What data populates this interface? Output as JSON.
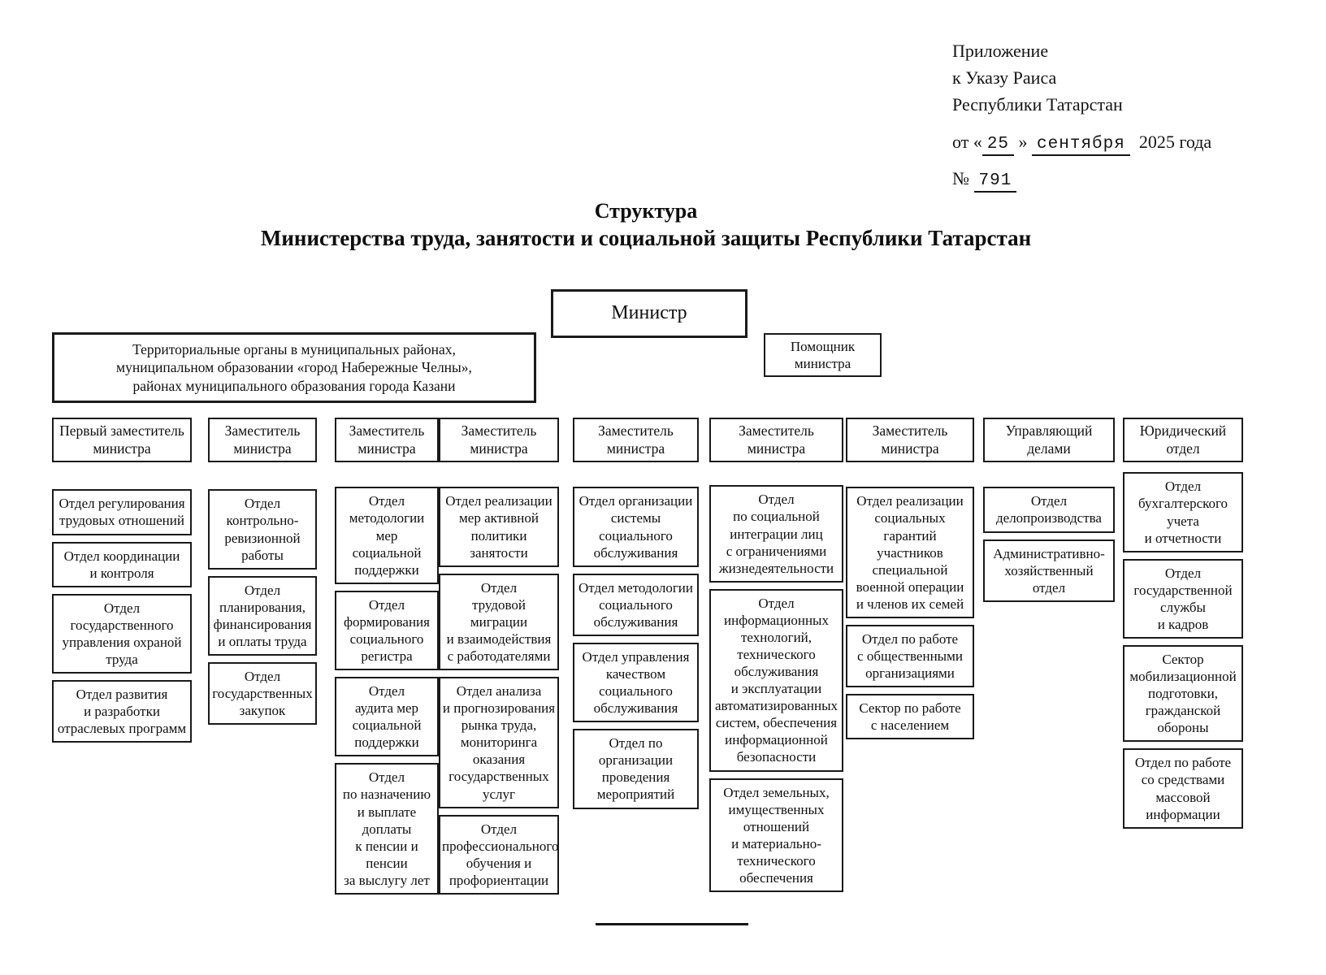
{
  "annotation": {
    "line1": "Приложение",
    "line2": "к Указу Раиса",
    "line3": "Республики Татарстан",
    "date_prefix": "от «",
    "date_day": "25",
    "date_close": "»",
    "date_month": "сентября",
    "date_year": "2025 года",
    "number_sign": "№",
    "number_value": "791"
  },
  "title": {
    "line1": "Структура",
    "line2": "Министерства труда, занятости и социальной защиты Республики Татарстан"
  },
  "top_boxes": {
    "minister": "Министр",
    "assistant": "Помощник\nминистра",
    "territorial": "Территориальные органы в муниципальных районах,\nмуниципальном образовании «город Набережные Челны»,\nрайонах муниципального образования города Казани"
  },
  "columns": [
    {
      "header": "Первый заместитель\nминистра",
      "boxes": [
        "Отдел регулирования\nтрудовых отношений",
        "Отдел координации\nи контроля",
        "Отдел\nгосударственного\nуправления охраной\nтруда",
        "Отдел развития\nи разработки\nотраслевых программ"
      ]
    },
    {
      "header": "Заместитель\nминистра",
      "boxes": [
        "Отдел\nконтрольно-\nревизионной\nработы",
        "Отдел\nпланирования,\nфинансирования\nи оплаты труда",
        "Отдел\nгосударственных\nзакупок"
      ]
    },
    {
      "header": "Заместитель\nминистра",
      "boxes": [
        "Отдел\nметодологии\nмер\nсоциальной\nподдержки",
        "Отдел\nформирования\nсоциального\nрегистра",
        "Отдел\nаудита мер\nсоциальной\nподдержки",
        "Отдел\nпо назначению\nи выплате\nдоплаты\nк пенсии и\nпенсии\nза выслугу лет"
      ]
    },
    {
      "header": "Заместитель\nминистра",
      "boxes": [
        "Отдел реализации\nмер активной\nполитики занятости",
        "Отдел\nтрудовой миграции\nи взаимодействия\nс работодателями",
        "Отдел анализа\nи прогнозирования\nрынка труда,\nмониторинга\nоказания\nгосударственных\nуслуг",
        "Отдел\nпрофессионального\nобучения и\nпрофориентации"
      ]
    },
    {
      "header": "Заместитель\nминистра",
      "boxes": [
        "Отдел организации\nсистемы\nсоциального\nобслуживания",
        "Отдел методологии\nсоциального\nобслуживания",
        "Отдел управления\nкачеством\nсоциального\nобслуживания",
        "Отдел по\nорганизации\nпроведения\nмероприятий"
      ]
    },
    {
      "header": "Заместитель\nминистра",
      "boxes": [
        "Отдел\nпо социальной\nинтеграции лиц\nс ограничениями\nжизнедеятельности",
        "Отдел\nинформационных\nтехнологий,\nтехнического\nобслуживания\nи эксплуатации\nавтоматизированных\nсистем, обеспечения\nинформационной\nбезопасности",
        "Отдел земельных,\nимущественных\nотношений\nи материально-\nтехнического\nобеспечения"
      ]
    },
    {
      "header": "Заместитель\nминистра",
      "boxes": [
        "Отдел реализации\nсоциальных\nгарантий участников\nспециальной\nвоенной операции\nи членов их семей",
        "Отдел по работе\nс общественными\nорганизациями",
        "Сектор по работе\nс населением"
      ]
    },
    {
      "header": "Управляющий\nделами",
      "boxes": [
        "Отдел\nделопроизводства",
        "Административно-\nхозяйственный\nотдел"
      ]
    },
    {
      "header": "Юридический\nотдел",
      "boxes": [
        "Отдел\nбухгалтерского\nучета\nи отчетности",
        "Отдел\nгосударственной\nслужбы\nи кадров",
        "Сектор\nмобилизационной\nподготовки,\nгражданской\nобороны",
        "Отдел по работе\nсо средствами\nмассовой\nинформации"
      ]
    }
  ]
}
